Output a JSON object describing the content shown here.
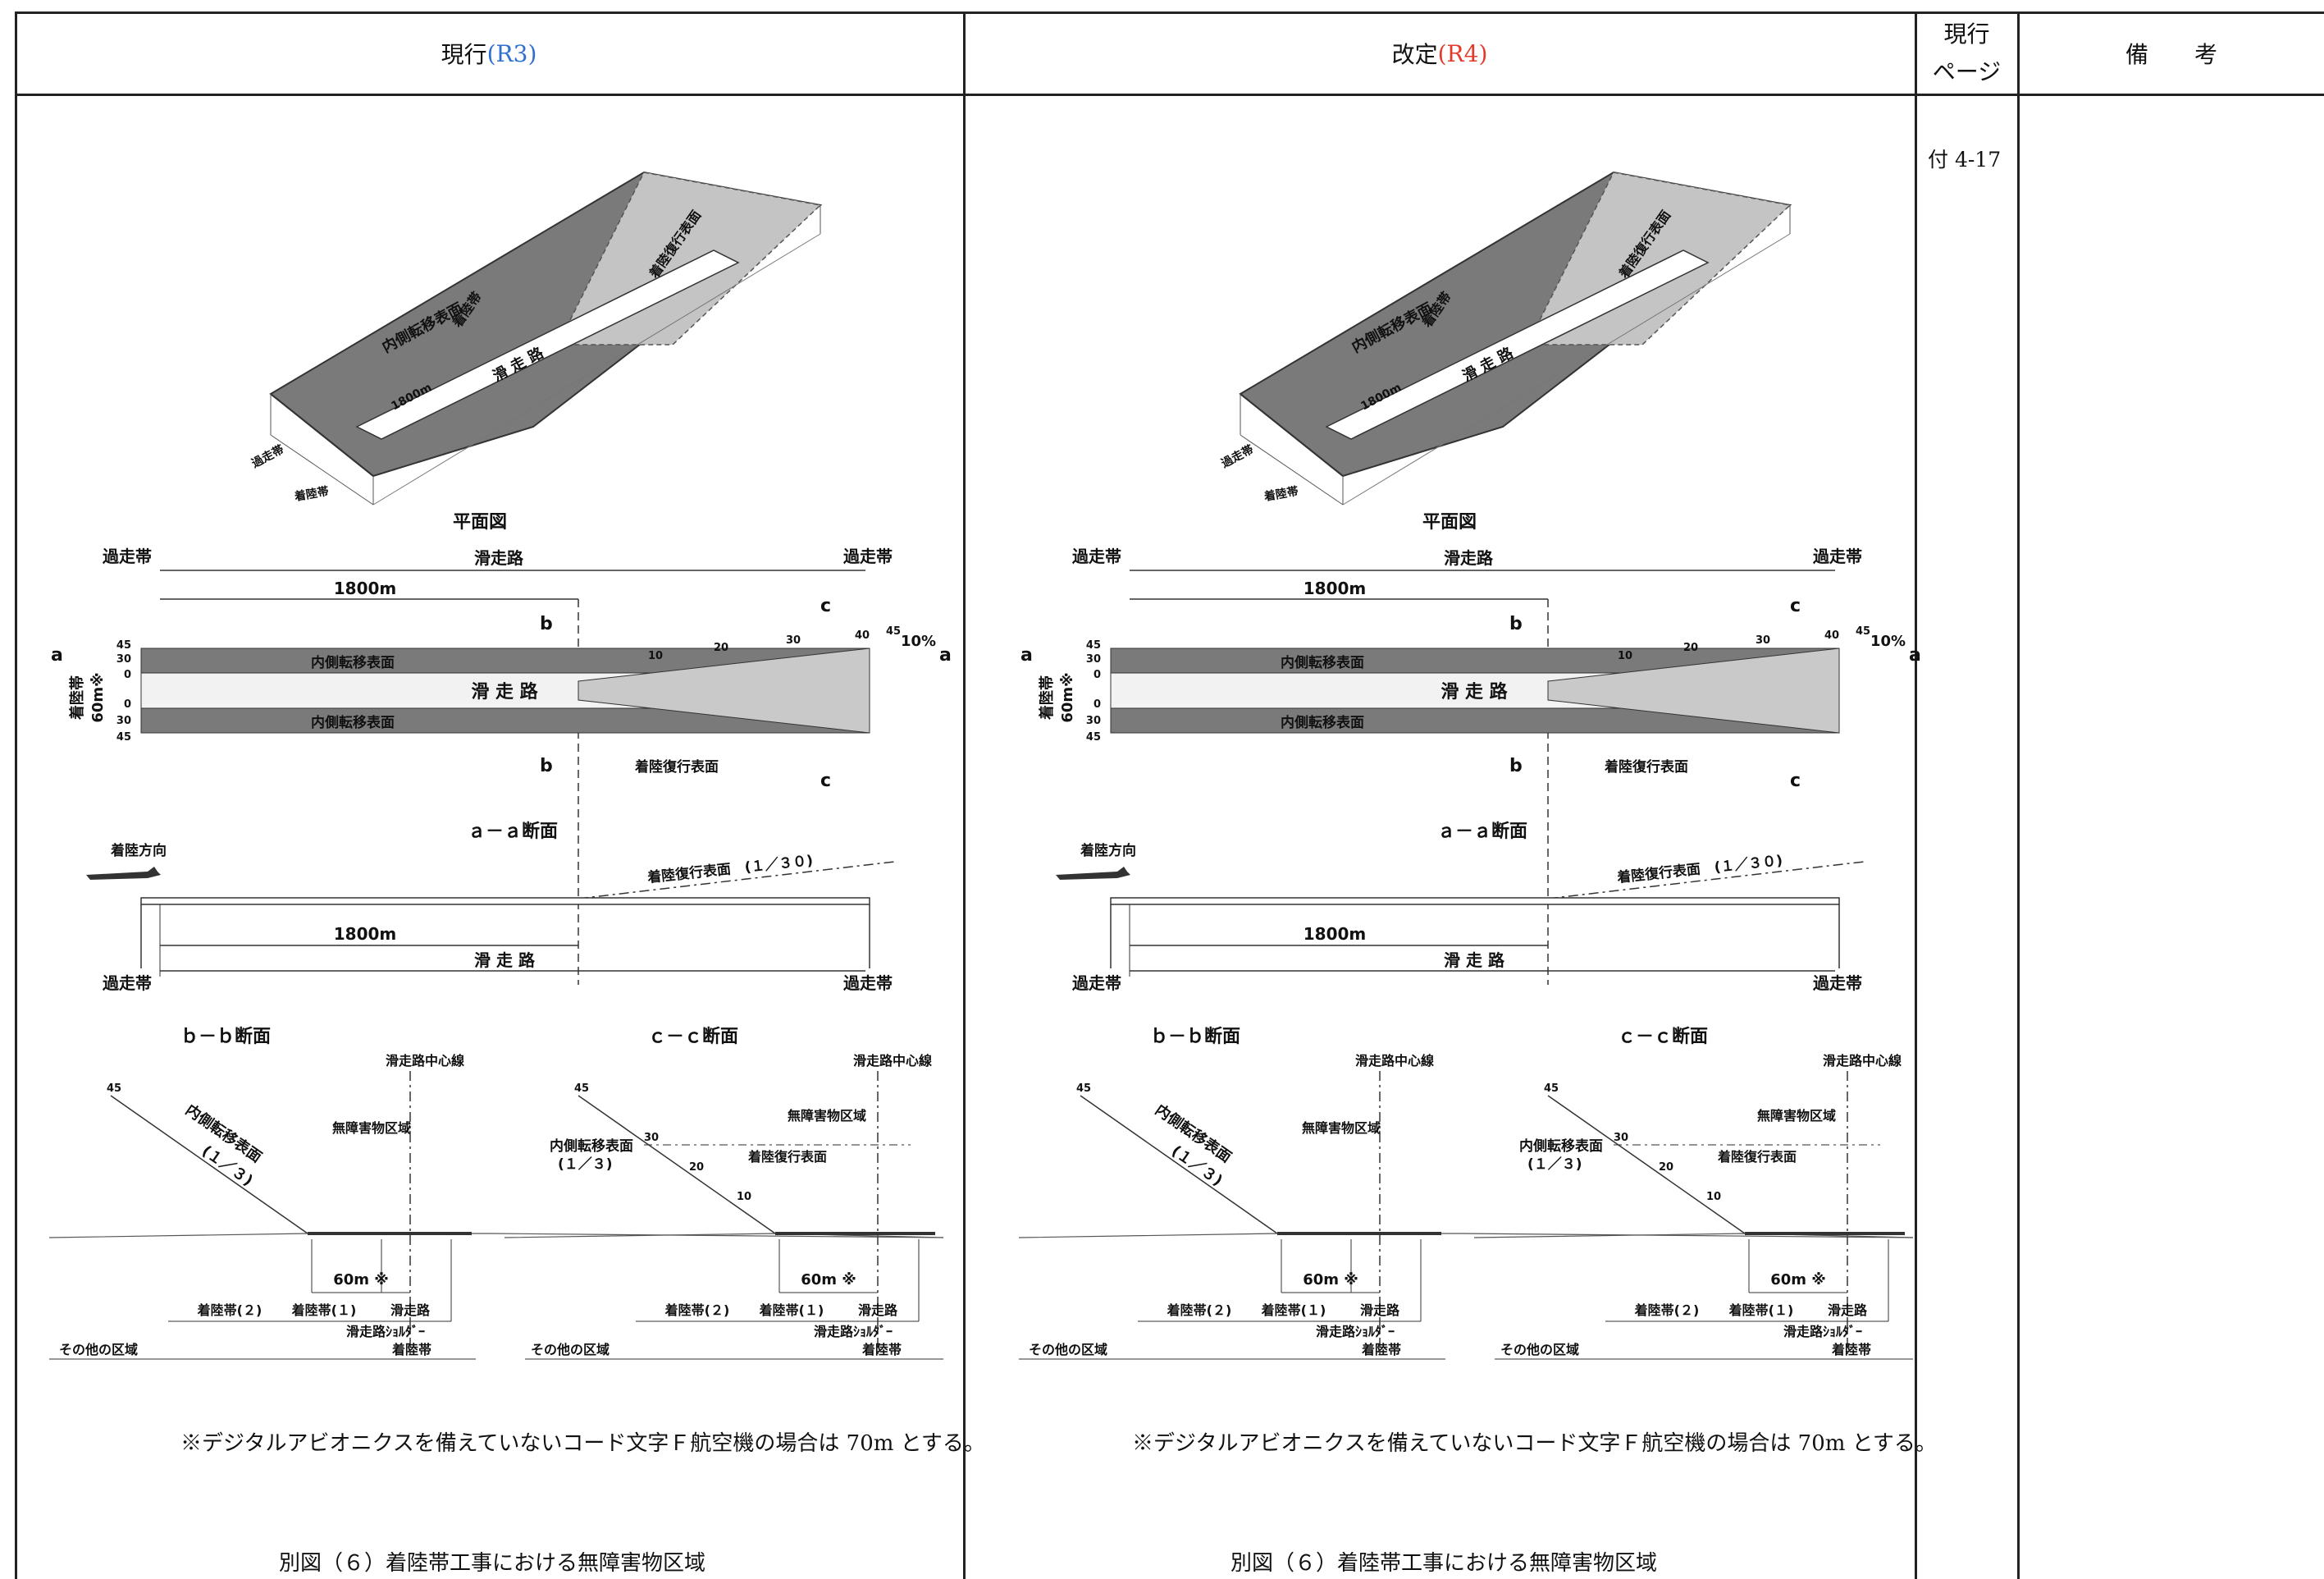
{
  "header": {
    "current_label": "現行",
    "current_rev": "(R3)",
    "revised_label": "改定",
    "revised_rev": "(R4)",
    "page_col_line1": "現行",
    "page_col_line2": "ページ",
    "remarks": "備　　考"
  },
  "page_ref": "付 4-17",
  "colors": {
    "revision_current": "#2f6fce",
    "revision_new": "#e23b2e",
    "surface_dark": "#7a7a7a",
    "surface_light": "#c4c4c4"
  },
  "figure": {
    "iso_labels": {
      "inner": "内側転移表面",
      "landing": "着陸帯",
      "runway": "滑 走 路",
      "len": "1800m",
      "goaround": "着陸復行表面",
      "overrun": "過走帯"
    },
    "plan": {
      "title": "平面図",
      "overrun": "過走帯",
      "runway": "滑走路",
      "len": "1800m",
      "inner": "内側転移表面",
      "runway_spaced": "滑 走 路",
      "goaround": "着陸復行表面",
      "landing_strip": "着陸帯",
      "width": "60m※",
      "pct": "10%",
      "sec_a": "a",
      "sec_b": "b",
      "sec_c": "c",
      "ticks_top": [
        "10",
        "20",
        "30",
        "40",
        "45"
      ],
      "ticks_side": [
        "45",
        "30",
        "0",
        "0",
        "30",
        "45"
      ]
    },
    "aa": {
      "title": "ａ－ａ断面",
      "direction": "着陸方向",
      "slope": "着陸復行表面　(１／３０)",
      "len": "1800m",
      "runway": "滑 走 路",
      "overrun": "過走帯"
    },
    "bb": {
      "title": "ｂ－ｂ断面",
      "centerline": "滑走路中心線",
      "clear": "無障害物区域",
      "inner": "内側転移表面",
      "ratio": "(１／３)",
      "h45": "45",
      "w": "60m ※",
      "strip2": "着陸帯(２)",
      "strip1": "着陸帯(１)",
      "runway": "滑走路",
      "shoulder": "滑走路ｼｮﾙﾀﾞｰ",
      "other": "その他の区域",
      "strip": "着陸帯"
    },
    "cc": {
      "title": "ｃ－ｃ断面",
      "centerline": "滑走路中心線",
      "clear": "無障害物区域",
      "inner": "内側転移表面",
      "ratio": "(１／３)",
      "goaround": "着陸復行表面",
      "h45": "45",
      "h30": "30",
      "h20": "20",
      "h10": "10",
      "w": "60m ※",
      "strip2": "着陸帯(２)",
      "strip1": "着陸帯(１)",
      "runway": "滑走路",
      "shoulder": "滑走路ｼｮﾙﾀﾞｰ",
      "other": "その他の区域",
      "strip": "着陸帯"
    }
  },
  "note": "※デジタルアビオニクスを備えていないコード文字Ｆ航空機の場合は 70m とする。",
  "caption": "別図（６）着陸帯工事における無障害物区域"
}
